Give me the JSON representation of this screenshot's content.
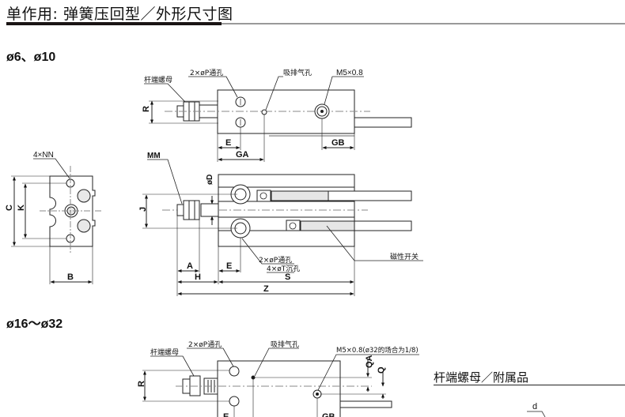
{
  "header": {
    "title": "单作用: 弹簧压回型／外形尺寸图"
  },
  "sections": [
    {
      "label": "ø6、ø10"
    },
    {
      "label": "ø16～ø32"
    }
  ],
  "accessory_section": {
    "title": "杆端螺母／附属品",
    "dim_label": "d"
  },
  "diagram_small": {
    "top_view": {
      "rod_nut": "杆端螺母",
      "port_holes": "2×øP通孔",
      "exhaust": "吸排气孔",
      "port_thread": "M5×0.8",
      "dims": {
        "R": "R",
        "E": "E",
        "GA": "GA",
        "GB": "GB"
      }
    },
    "end_view": {
      "holes": "4×NN",
      "dims": {
        "C": "C",
        "K": "K",
        "B": "B"
      }
    },
    "side_view": {
      "thread": "MM",
      "switch": "磁性开关",
      "port_holes": "2×øP通孔",
      "counterbore": "4×øT沉孔",
      "dims": {
        "D": "øD",
        "J": "J",
        "A": "A",
        "H": "H",
        "E": "E",
        "S": "S",
        "Z": "Z"
      }
    }
  },
  "diagram_large": {
    "top_view": {
      "rod_nut": "杆端螺母",
      "port_holes": "2×øP通孔",
      "exhaust": "吸排气孔",
      "port_thread": "M5×0.8(ø32的场合为1/8)",
      "dims": {
        "R": "R",
        "QA": "QA",
        "Q": "Q",
        "E": "E",
        "GB": "GB"
      }
    }
  }
}
